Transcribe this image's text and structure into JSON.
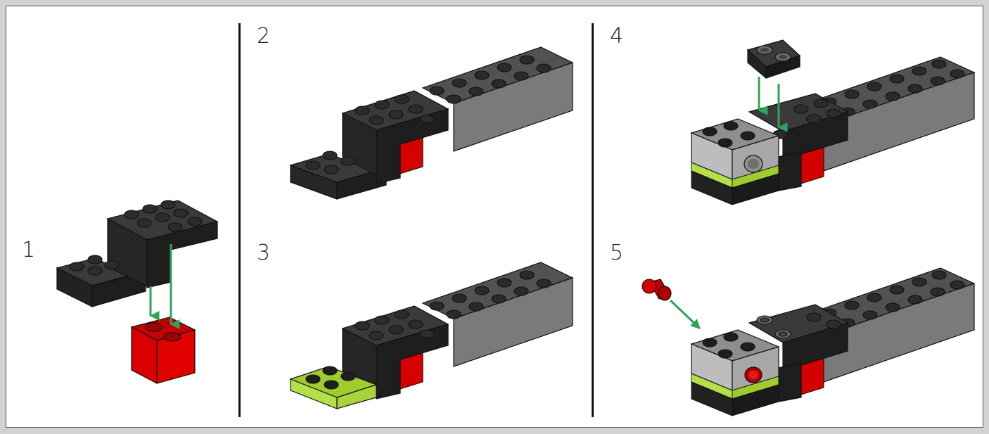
{
  "steps": [
    {
      "number": "1"
    },
    {
      "number": "2"
    },
    {
      "number": "3"
    },
    {
      "number": "4"
    },
    {
      "number": "5"
    }
  ],
  "colors": {
    "page_background": "#ffffff",
    "outer_background": "#d2d2d2",
    "divider": "#111111",
    "black_top": "#3a3a3a",
    "black_front": "#1e1e1e",
    "dark_gray_top": "#525252",
    "dark_gray_front": "#7a7a7a",
    "light_gray_top": "#8e8e8e",
    "light_gray_front": "#a7a7a7",
    "red_top": "#c40000",
    "red_front": "#e00000",
    "lime_top": "#9ecc2e",
    "lime_front": "#b2e04a",
    "arrow_green": "#2fa35a"
  },
  "icons": [
    "dark-gray-bracket-piece",
    "red-2x1-brick",
    "gray-1x8-brick",
    "lime-2x2-plate",
    "light-gray-technic-brick",
    "dark-gray-oval-plate",
    "red-technic-pin",
    "green-assembly-arrow"
  ]
}
